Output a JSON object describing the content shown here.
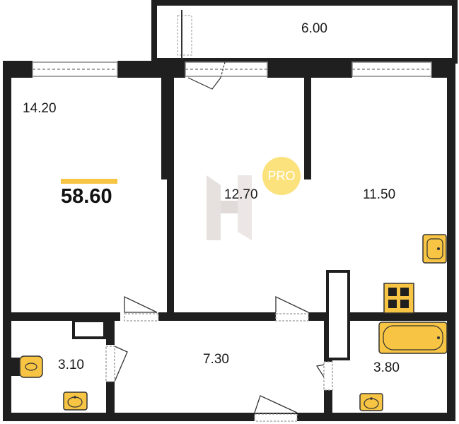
{
  "plan": {
    "total_area": "58.60",
    "rooms": [
      {
        "label": "6.00"
      },
      {
        "label": "14.20"
      },
      {
        "label": "12.70"
      },
      {
        "label": "11.50"
      },
      {
        "label": "3.10"
      },
      {
        "label": "7.30"
      },
      {
        "label": "3.80"
      }
    ],
    "watermark": "PRO"
  },
  "colors": {
    "wall": "#1f1f1f",
    "fixture": "#f7c443",
    "accent_bar": "#f7c443",
    "badge": "#fbe27c"
  }
}
